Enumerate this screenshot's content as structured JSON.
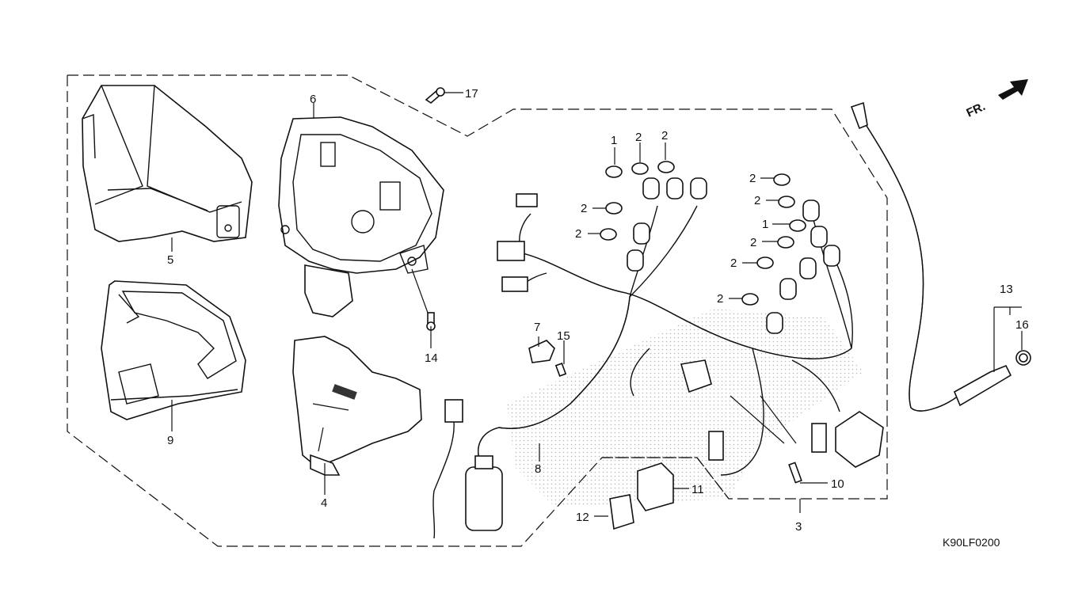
{
  "diagram": {
    "code": "K90LF0200",
    "direction_label": "FR.",
    "callouts": {
      "c1": "1",
      "c2": "2",
      "c3": "3",
      "c4": "4",
      "c5": "5",
      "c6": "6",
      "c7": "7",
      "c8": "8",
      "c9": "9",
      "c10": "10",
      "c11": "11",
      "c12": "12",
      "c13": "13",
      "c14": "14",
      "c15": "15",
      "c16": "16",
      "c17": "17"
    }
  },
  "colors": {
    "ink": "#111111",
    "background": "#ffffff",
    "stipple": "#9a9a9a"
  }
}
